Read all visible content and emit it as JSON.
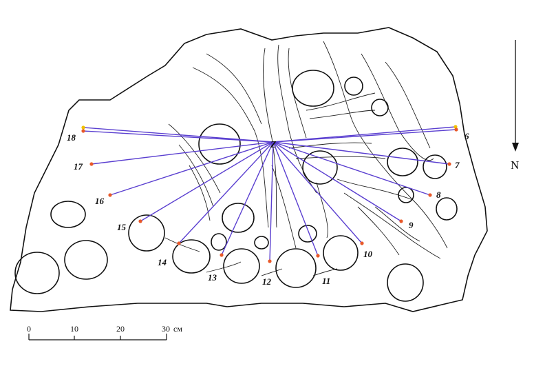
{
  "center_label": "Z",
  "markers": [
    {
      "label": "6"
    },
    {
      "label": "7"
    },
    {
      "label": "8"
    },
    {
      "label": "9"
    },
    {
      "label": "10"
    },
    {
      "label": "11"
    },
    {
      "label": "12"
    },
    {
      "label": "13"
    },
    {
      "label": "14"
    },
    {
      "label": "15"
    },
    {
      "label": "16"
    },
    {
      "label": "17"
    },
    {
      "label": "18"
    }
  ],
  "scale_bar": {
    "ticks": [
      "0",
      "10",
      "20",
      "30"
    ],
    "unit": "см"
  },
  "north_label": "N",
  "colors": {
    "ray": "#5a3fd0",
    "dot": "#e8592a",
    "dot_yellow": "#f2c200",
    "outline": "#111111"
  }
}
